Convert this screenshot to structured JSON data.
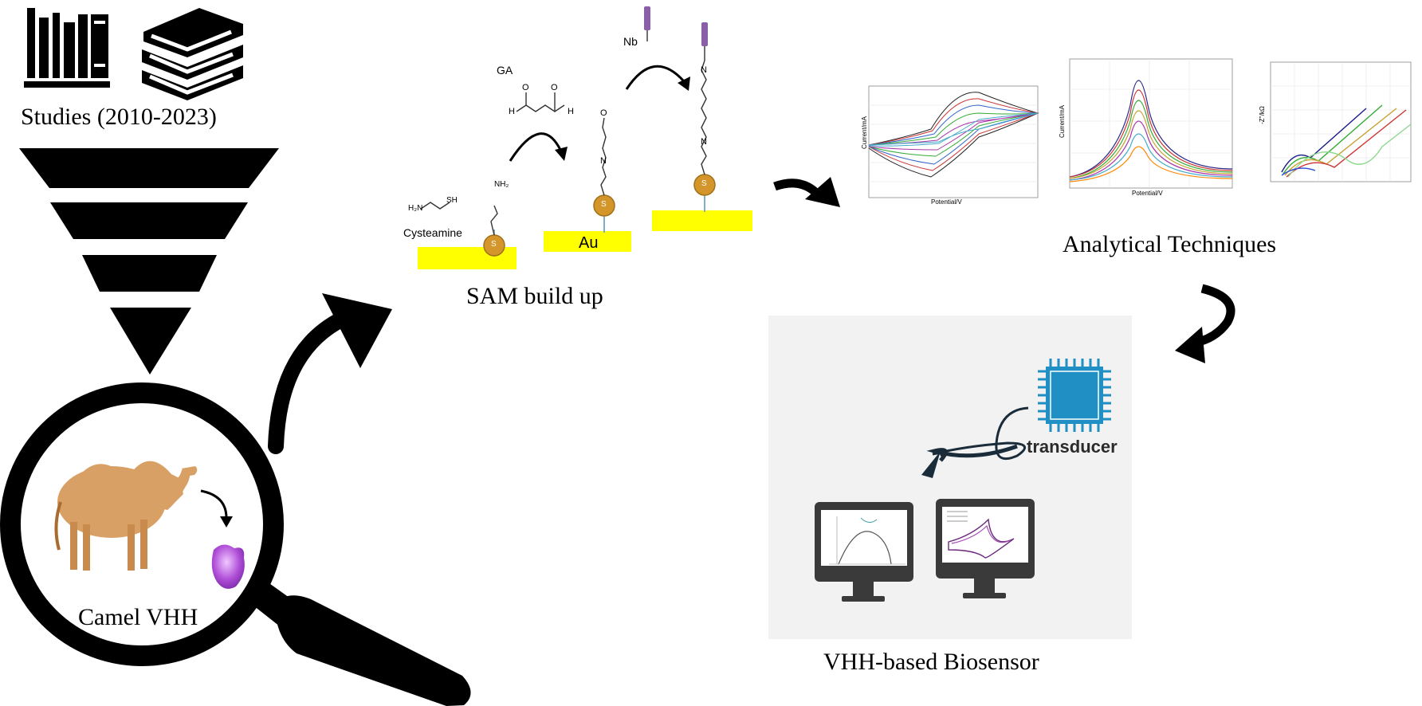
{
  "labels": {
    "studies": "Studies (2010-2023)",
    "camel": "Camel VHH",
    "sam": "SAM build up",
    "analytical": "Analytical Techniques",
    "biosensor": "VHH-based Biosensor",
    "transducer": "transducer"
  },
  "chem": {
    "ga": "GA",
    "nb": "Nb",
    "cysteamine": "Cysteamine",
    "au": "Au",
    "s": "S",
    "nh2": "NH₂",
    "h2n": "H₂N",
    "sh": "SH",
    "h_left": "H",
    "h_right": "H",
    "o_left": "O",
    "o_right": "O",
    "o_top": "O",
    "n_link": "N",
    "n_link2": "N",
    "n_link3": "N"
  },
  "plot_axes": {
    "cv_x": "Potential/V",
    "cv_y": "Current/mA",
    "dpv_x": "Potential/V",
    "dpv_y": "Current/mA",
    "eis_y": "-Z''/kΩ"
  },
  "colors": {
    "black": "#000000",
    "yellow": "#ffff00",
    "gold": "#d4962a",
    "chip_blue": "#1f8fc4",
    "panel_bg": "#f2f2f2",
    "camel": "#d9a066",
    "protein": "#b04fd8",
    "nb_purple": "#8b5fa8"
  }
}
